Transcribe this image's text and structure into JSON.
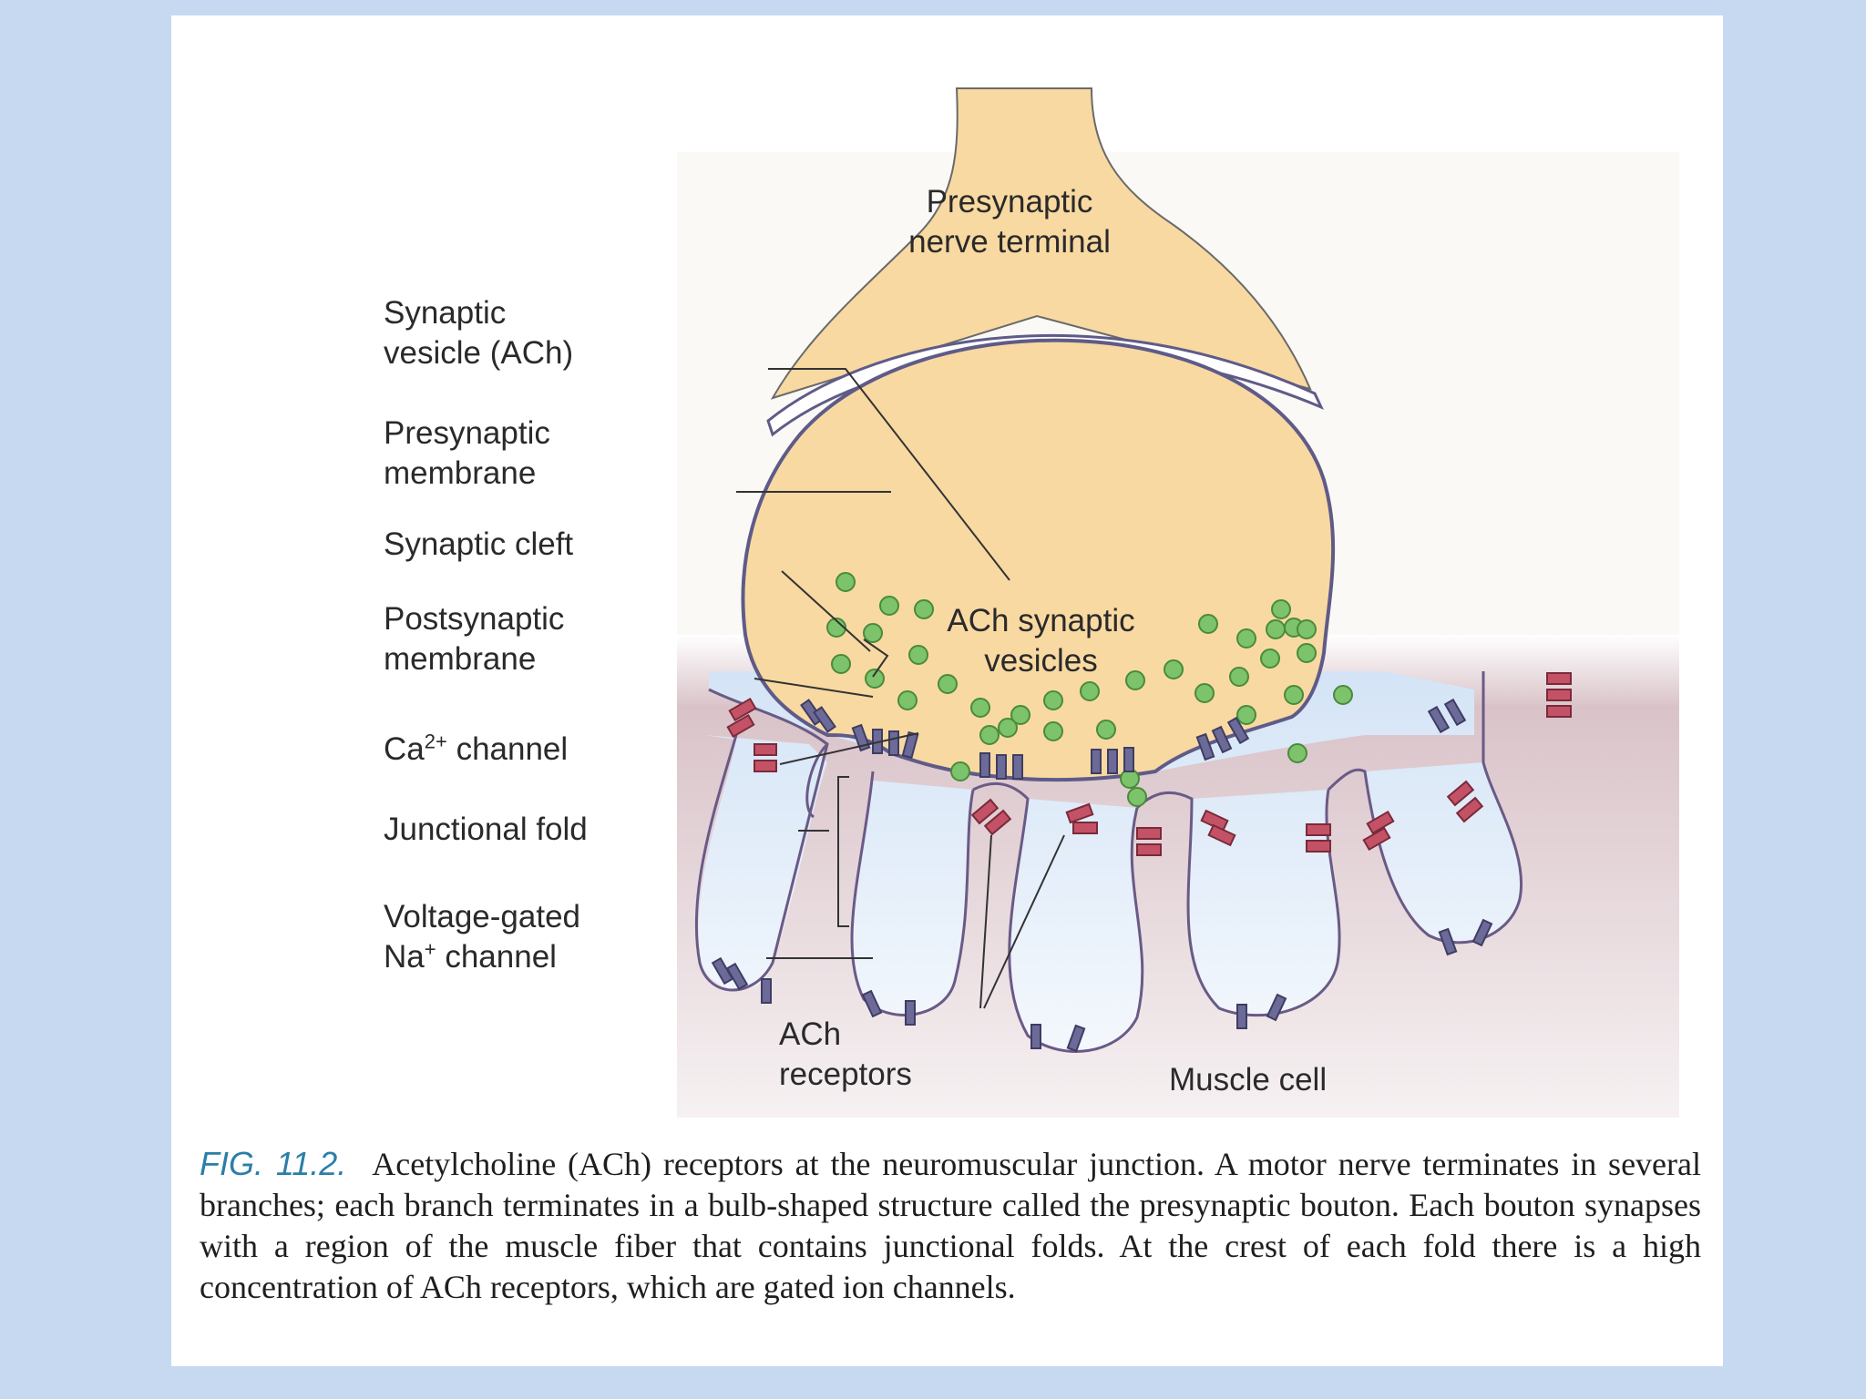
{
  "figure": {
    "labels": {
      "presynaptic_terminal": [
        "Presynaptic",
        "nerve terminal"
      ],
      "synaptic_vesicle": [
        "Synaptic",
        "vesicle (ACh)"
      ],
      "presynaptic_membrane": [
        "Presynaptic",
        "membrane"
      ],
      "synaptic_cleft": "Synaptic cleft",
      "postsynaptic_membrane": [
        "Postsynaptic",
        "membrane"
      ],
      "ca_channel": {
        "prefix": "Ca",
        "sup": "2+",
        "suffix": " channel"
      },
      "junctional_fold": "Junctional fold",
      "na_channel": {
        "line1": "Voltage-gated",
        "prefix": "Na",
        "sup": "+",
        "suffix": " channel"
      },
      "ach_vesicles": [
        "ACh synaptic",
        "vesicles"
      ],
      "ach_receptors": [
        "ACh",
        "receptors"
      ],
      "muscle_cell": "Muscle cell"
    },
    "colors": {
      "terminal_fill": "#f8d9a2",
      "membrane_outline": "#5f5b88",
      "vesicle_fill": "#7cc36b",
      "ach_receptor": "#c45266",
      "na_channel": "#6c6a98",
      "muscle_cell": "#d8bcc4",
      "cleft": "#cfe1f4"
    }
  },
  "caption": {
    "fig_number": "FIG. 11.2.",
    "text": "Acetylcholine (ACh) receptors at the neuromuscular junction. A motor nerve terminates in several branches; each branch terminates in a bulb-shaped structure called the presynaptic bouton. Each bouton synapses with a region of the muscle fiber that contains junctional folds. At the crest of each fold there is a high concentration of ACh receptors, which are gated ion channels."
  }
}
